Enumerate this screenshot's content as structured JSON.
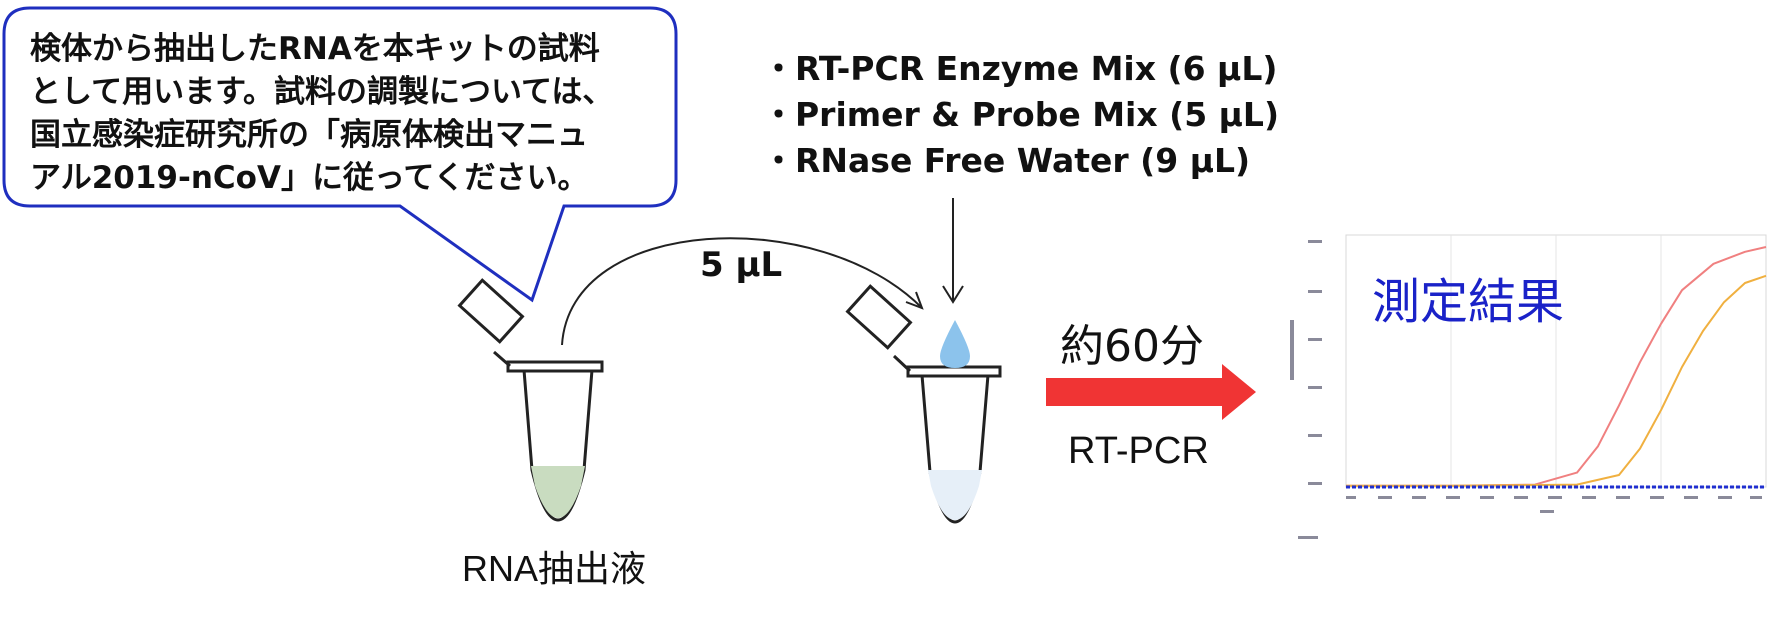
{
  "callout": {
    "lines": [
      "検体から抽出したRNAを本キットの試料",
      "として用います。試料の調製については、",
      "国立感染症研究所の「病原体検出マニュ",
      "アル2019-nCoV」に従ってください。"
    ],
    "border_color": "#1f2fbf"
  },
  "reagents": [
    "・RT-PCR Enzyme Mix (6 μL)",
    "・Primer & Probe Mix (5 μL)",
    "・RNase Free Water (9 μL)"
  ],
  "transfer_volume": "5 μL",
  "time_label": "約60分",
  "method_label": "RT-PCR",
  "tube1_label": "RNA抽出液",
  "result_label": "測定結果",
  "colors": {
    "arrow": "#f03434",
    "sample_liquid": "#c9dcc0",
    "mix_liquid": "#e6eff8",
    "droplet": "#8cc3ec",
    "result_text": "#1a22c8",
    "curve_red": "#f08080",
    "curve_orange": "#f0b040",
    "baseline_blue": "#2030d0"
  },
  "chart_data": {
    "type": "line",
    "title": "",
    "xlabel": "",
    "ylabel": "",
    "series": [
      {
        "x": [
          0,
          10,
          18,
          22,
          24,
          26,
          28,
          30,
          32,
          35,
          38,
          40
        ],
        "values": [
          0.005,
          0.005,
          0.01,
          0.06,
          0.17,
          0.34,
          0.52,
          0.68,
          0.82,
          0.93,
          0.98,
          1.0
        ]
      },
      {
        "x": [
          0,
          10,
          22,
          26,
          28,
          30,
          32,
          34,
          36,
          38,
          40
        ],
        "values": [
          0.005,
          0.005,
          0.01,
          0.05,
          0.16,
          0.32,
          0.5,
          0.65,
          0.77,
          0.85,
          0.88
        ]
      },
      {
        "x": [
          0,
          40
        ],
        "values": [
          0.0,
          0.0
        ]
      }
    ],
    "xlim": [
      0,
      40
    ],
    "ylim": [
      0,
      1.05
    ],
    "grid": true
  }
}
